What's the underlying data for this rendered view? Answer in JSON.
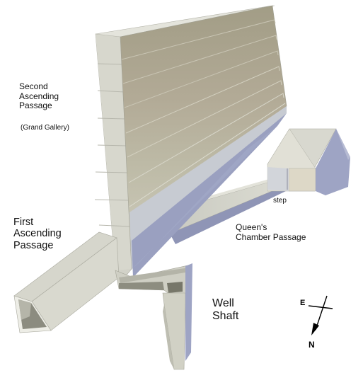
{
  "labels": {
    "second_ascending": [
      "Second",
      "Ascending",
      "Passage"
    ],
    "grand_gallery": "(Grand Gallery)",
    "first_ascending": [
      "First",
      "Ascending",
      "Passage"
    ],
    "step": "step",
    "queens_chamber_passage": [
      "Queen's",
      "Chamber Passage"
    ],
    "well_shaft": [
      "Well",
      "Shaft"
    ]
  },
  "compass": {
    "east": "E",
    "north": "N"
  },
  "colors": {
    "stone_light": "#d9d9cf",
    "stone_mid": "#c4c4b8",
    "stone_dark": "#8f8f83",
    "blue_side": "#9ea4c4",
    "gallery_top": "#a8a48c",
    "gallery_bottom": "#c8ccd2"
  }
}
